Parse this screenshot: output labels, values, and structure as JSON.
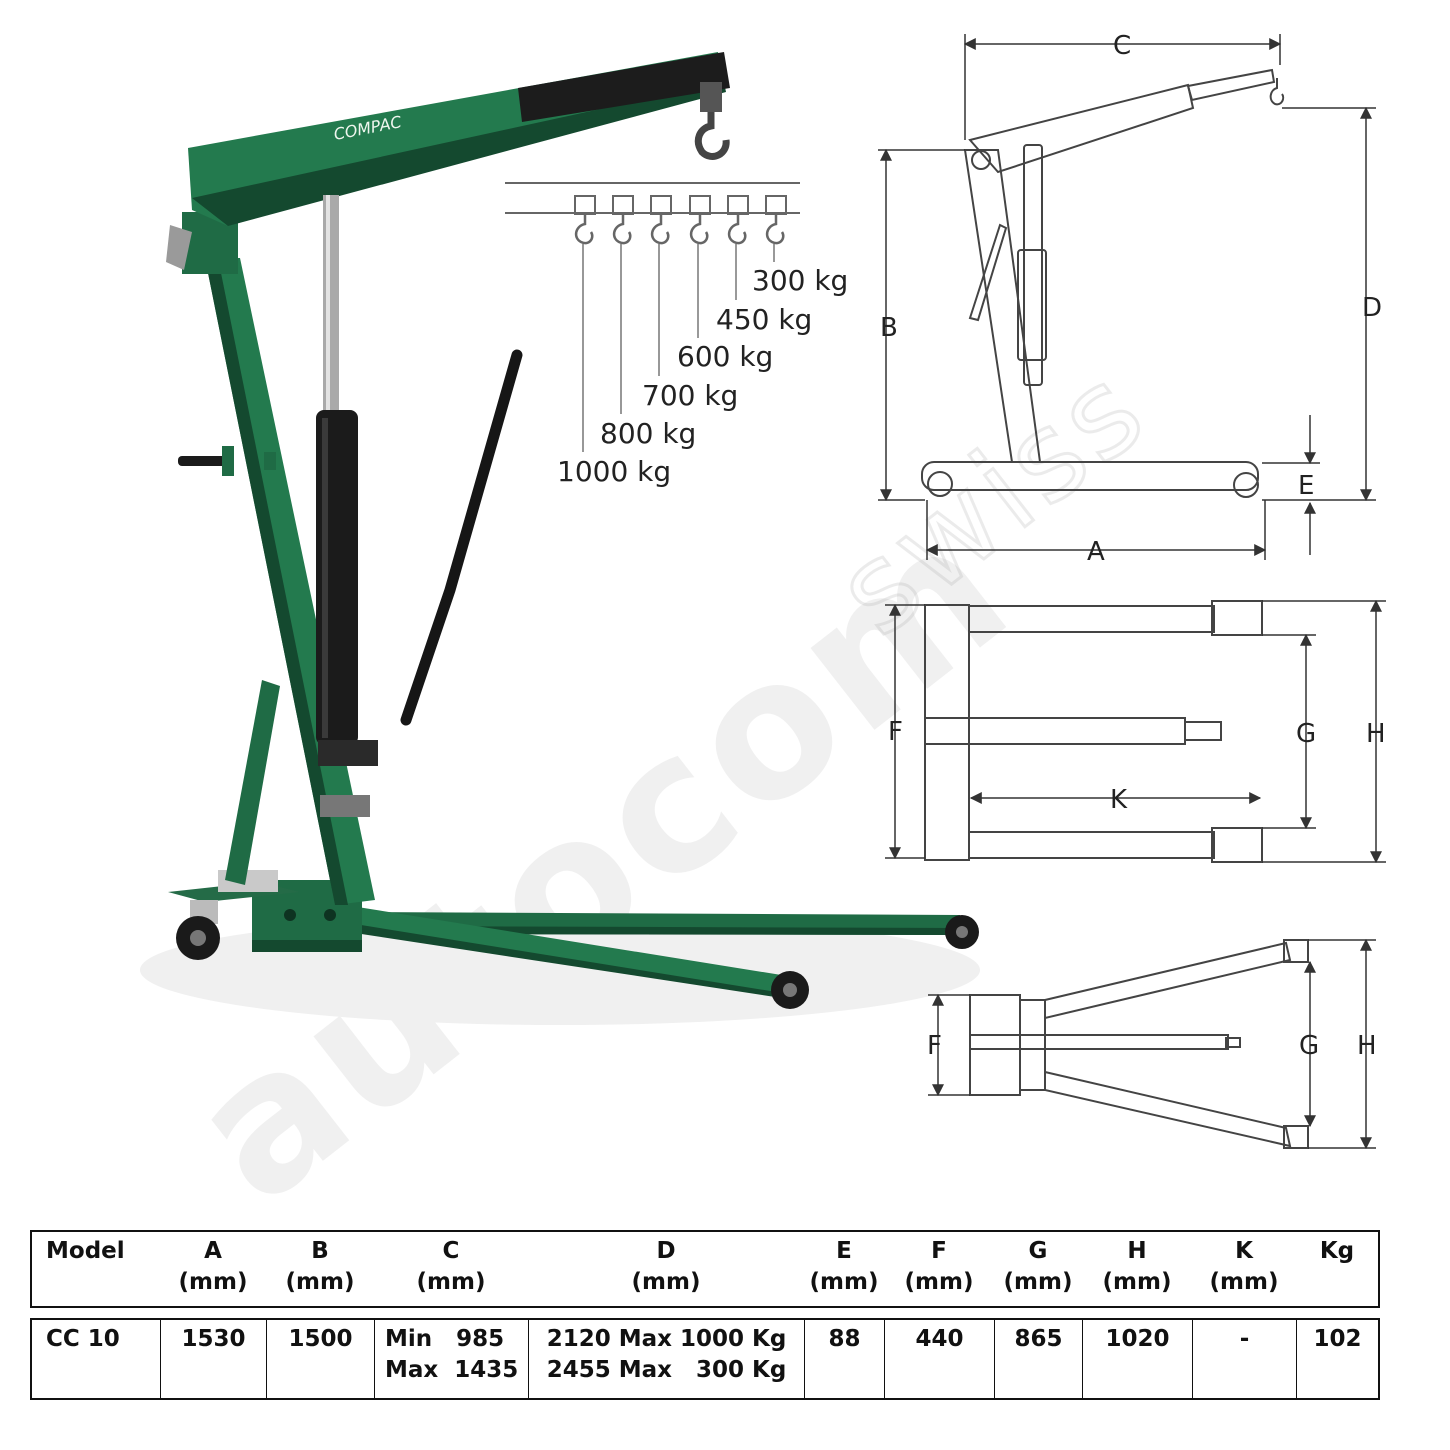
{
  "hook_labels": [
    "300 kg",
    "450 kg",
    "600 kg",
    "700 kg",
    "800 kg",
    "1000 kg"
  ],
  "brand": "COMPAC",
  "watermark": {
    "main": "autocom",
    "secondary": "swiss"
  },
  "dimension_labels": {
    "side_view": {
      "A": "A",
      "B": "B",
      "C": "C",
      "D": "D",
      "E": "E"
    },
    "top_view_closed": {
      "F": "F",
      "G": "G",
      "H": "H",
      "K": "K"
    },
    "top_view_open": {
      "F": "F",
      "G": "G",
      "H": "H"
    }
  },
  "table": {
    "headers": [
      {
        "label": "Model",
        "unit": ""
      },
      {
        "label": "A",
        "unit": "(mm)"
      },
      {
        "label": "B",
        "unit": "(mm)"
      },
      {
        "label": "C",
        "unit": "(mm)"
      },
      {
        "label": "D",
        "unit": "(mm)"
      },
      {
        "label": "E",
        "unit": "(mm)"
      },
      {
        "label": "F",
        "unit": "(mm)"
      },
      {
        "label": "G",
        "unit": "(mm)"
      },
      {
        "label": "H",
        "unit": "(mm)"
      },
      {
        "label": "K",
        "unit": "(mm)"
      },
      {
        "label": "Kg",
        "unit": ""
      }
    ],
    "row": {
      "model": "CC 10",
      "A": "1530",
      "B": "1500",
      "C_line1": "Min   985",
      "C_line2": "Max  1435",
      "D_line1": "2120 Max 1000 Kg",
      "D_line2": "2455 Max   300 Kg",
      "E": "88",
      "F": "440",
      "G": "865",
      "H": "1020",
      "K": "-",
      "Kg": "102"
    }
  },
  "colors": {
    "crane_green": "#1f6b45",
    "crane_dark": "#14492f",
    "black": "#111111",
    "line": "#444444"
  }
}
